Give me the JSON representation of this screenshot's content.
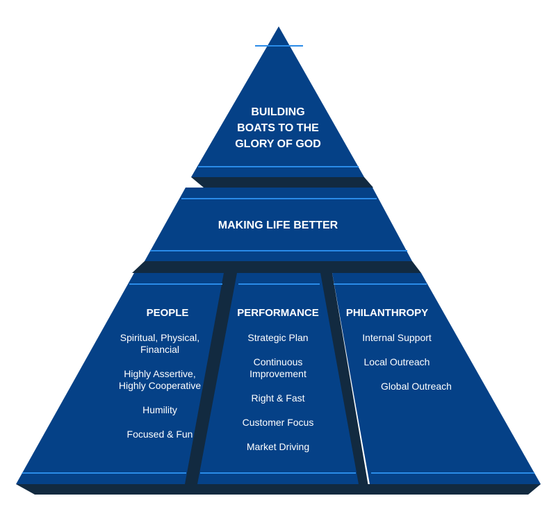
{
  "tiers": {
    "top": "BUILDING\nBOATS TO THE\nGLORY OF GOD",
    "middle": "MAKING LIFE BETTER"
  },
  "columns": [
    {
      "title": "PEOPLE",
      "items": [
        "Spiritual, Physical,\nFinancial",
        "Highly Assertive,\nHighly Cooperative",
        "Humility",
        "Focused & Fun"
      ]
    },
    {
      "title": "PERFORMANCE",
      "items": [
        "Strategic Plan",
        "Continuous\nImprovement",
        "Right & Fast",
        "Customer Focus",
        "Market Driving"
      ]
    },
    {
      "title": "PHILANTHROPY",
      "items": [
        "Internal Support",
        "Local Outreach",
        "Global Outreach"
      ]
    }
  ],
  "colors": {
    "face": "#054187",
    "shadow": "#122a40",
    "accent_line": "#2a8be8",
    "text": "#ffffff"
  }
}
